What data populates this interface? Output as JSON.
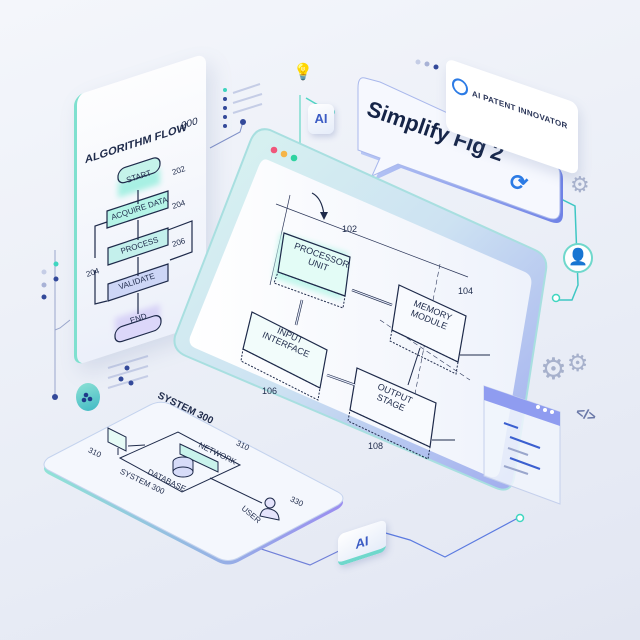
{
  "scene": "AI patent drawing assistant illustration",
  "header_badge": {
    "brand_icon": "knot-logo-icon",
    "label": "AI PATENT INNOVATOR"
  },
  "prompt_bubble": {
    "text": "Simplify Fig 2",
    "refresh_icon": "refresh-icon"
  },
  "ai_chips": [
    {
      "label": "AI"
    },
    {
      "label": "AI"
    }
  ],
  "algorithm_flow": {
    "title": "ALGORITHM FLOW",
    "ref": "200",
    "nodes": [
      {
        "label": "START",
        "ref": ""
      },
      {
        "label": "ACQUIRE DATA",
        "ref": "202"
      },
      {
        "label": "PROCESS",
        "ref": "204"
      },
      {
        "label": "VALIDATE",
        "ref": "206"
      },
      {
        "label": "END",
        "ref": ""
      }
    ],
    "loop_ref": "204"
  },
  "main_window": {
    "traffic_lights": [
      "#f0567a",
      "#f5b547",
      "#2ed3a0"
    ],
    "blocks": [
      {
        "label": "PROCESSOR UNIT",
        "ref": "102"
      },
      {
        "label": "MEMORY MODULE",
        "ref": "104"
      },
      {
        "label": "INPUT INTERFACE",
        "ref": "106"
      },
      {
        "label": "OUTPUT STAGE",
        "ref": "108"
      }
    ]
  },
  "system_panel": {
    "title": "SYSTEM 300",
    "caption": "SYSTEM 300",
    "items": [
      {
        "label": "NETWORK",
        "ref": "310"
      },
      {
        "label": "DATABASE",
        "ref": ""
      },
      {
        "label": "USER",
        "ref": "330"
      },
      {
        "label": "",
        "ref": "310",
        "icon": "computer-icon"
      }
    ]
  },
  "side_icons": [
    "gear-icon",
    "user-icon",
    "gears-icon",
    "code-icon",
    "lightbulb-icon"
  ],
  "colors": {
    "teal": "#3fd6c0",
    "indigo": "#5b6be0",
    "navy": "#1e2a4a",
    "blue": "#2c7be5"
  }
}
